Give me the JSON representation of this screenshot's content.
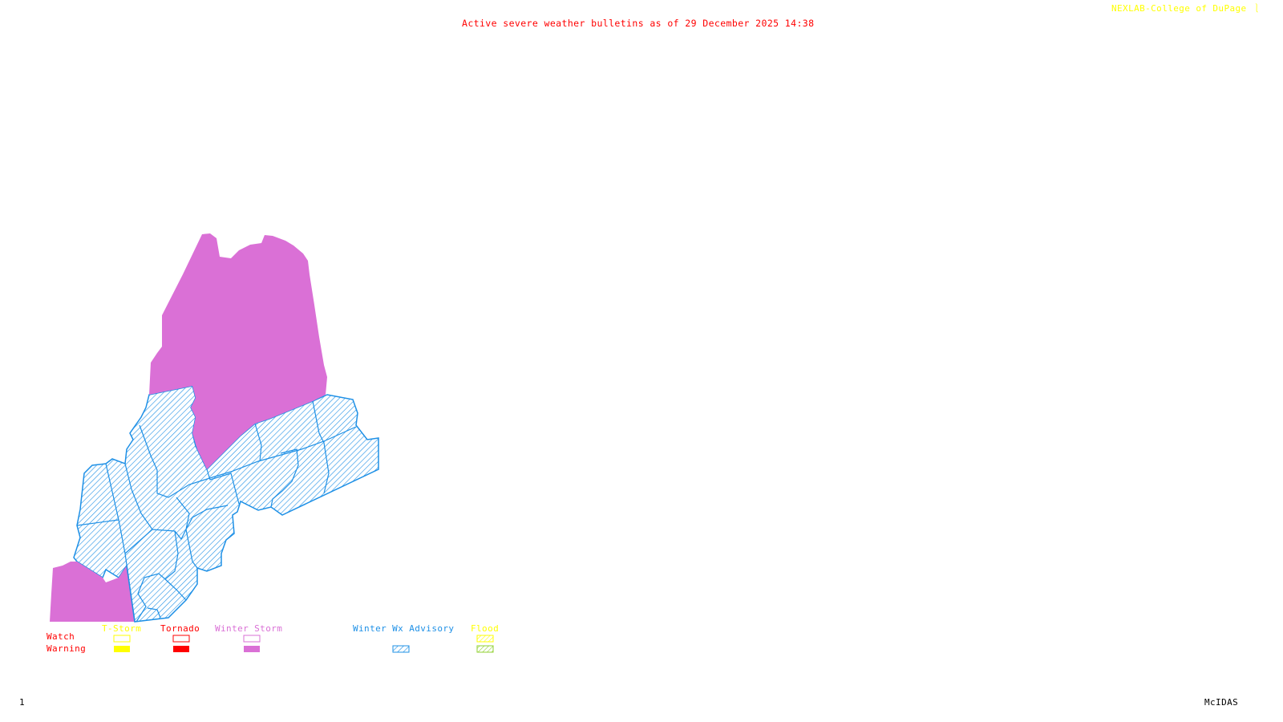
{
  "header": {
    "title": "Active severe weather bulletins as of 29 December 2025 14:38",
    "credit": "NEXLAB-College of DuPage",
    "credit_icon": "nexlab-logo-icon"
  },
  "footer": {
    "frame_number": "1",
    "software": "McIDAS"
  },
  "colors": {
    "winter_storm": "#da70d6",
    "winter_wx_advisory": "#1e90e6",
    "tstorm": "#ffff00",
    "tornado": "#ff0000",
    "flood_watch": "#ffff00",
    "flood_warning": "#90d030",
    "title": "#ff0000",
    "credit": "#ffff00"
  },
  "map": {
    "region": "Maine",
    "areas": [
      {
        "name": "northern-maine-winter-storm",
        "hazard": "Winter Storm Warning"
      },
      {
        "name": "southwest-maine-winter-storm",
        "hazard": "Winter Storm Warning"
      },
      {
        "name": "central-southern-maine-advisory",
        "hazard": "Winter Wx Advisory"
      },
      {
        "name": "downeast-maine-advisory",
        "hazard": "Winter Wx Advisory"
      }
    ]
  },
  "legend": {
    "row_labels": [
      "Watch",
      "Warning"
    ],
    "columns": [
      {
        "label": "T-Storm",
        "color": "#ffff00",
        "watch": "outline",
        "warning": "filled"
      },
      {
        "label": "Tornado",
        "color": "#ff0000",
        "watch": "outline",
        "warning": "filled"
      },
      {
        "label": "Winter Storm",
        "color": "#da70d6",
        "watch": "outline",
        "warning": "filled"
      },
      {
        "label": "Winter Wx Advisory",
        "color": "#1e90e6",
        "watch": "none",
        "warning": "hatched"
      },
      {
        "label": "Flood",
        "color": "#ffff00",
        "watch": "hatched",
        "warning": "hatched"
      }
    ]
  }
}
